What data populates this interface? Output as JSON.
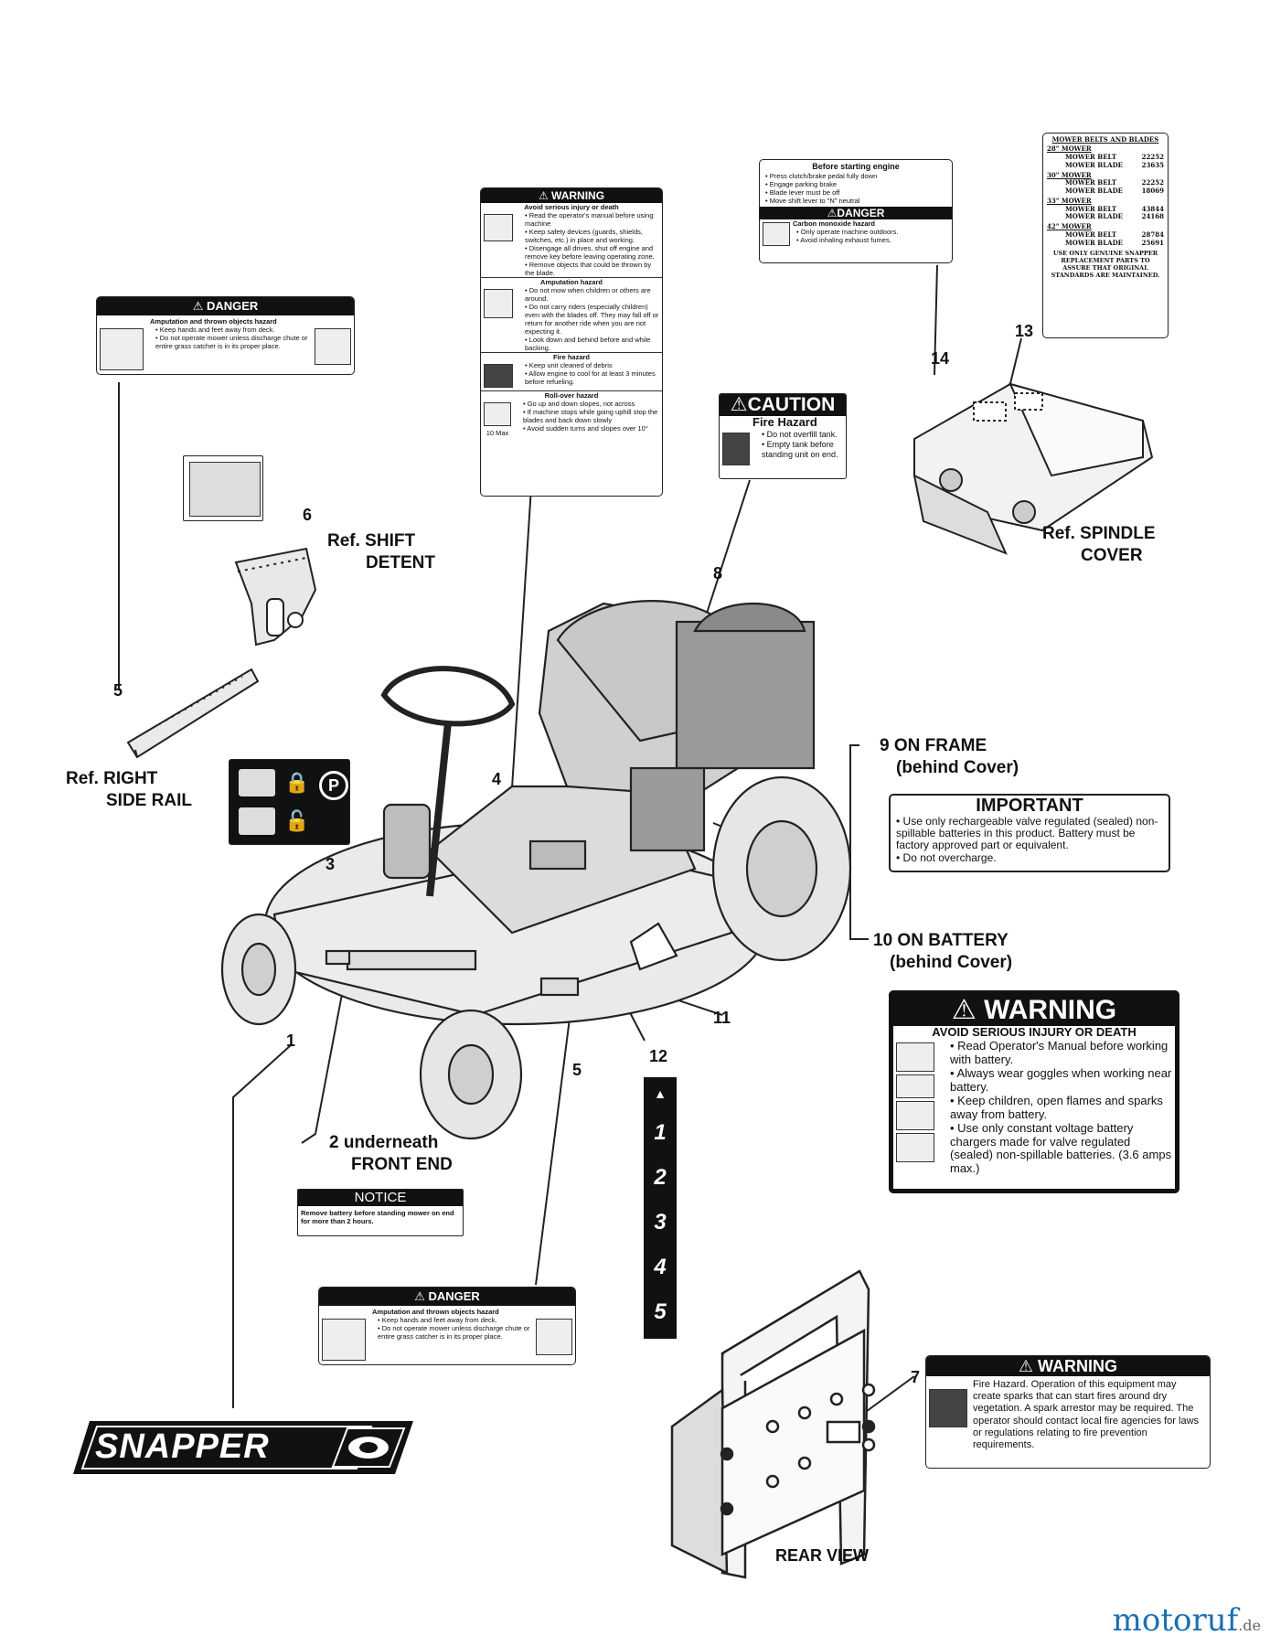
{
  "labels": {
    "ref_shift_detent": [
      "Ref. SHIFT",
      "DETENT"
    ],
    "ref_right_side_rail": [
      "Ref. RIGHT",
      "SIDE RAIL"
    ],
    "ref_spindle_cover": [
      "Ref. SPINDLE",
      "COVER"
    ],
    "on_frame": [
      "9 ON FRAME",
      "(behind Cover)"
    ],
    "on_battery": [
      "10 ON BATTERY",
      "(behind Cover)"
    ],
    "underneath": [
      "2  underneath",
      "FRONT END"
    ],
    "rear_view": "REAR VIEW"
  },
  "callouts": [
    "1",
    "3",
    "4",
    "5",
    "5",
    "6",
    "7",
    "8",
    "11",
    "12",
    "13",
    "14"
  ],
  "decal_danger_top": {
    "header": "⚠ DANGER",
    "subtitle": "Amputation and thrown objects hazard",
    "bullets": [
      "Keep hands and feet away from deck.",
      "Do not operate mower unless discharge chute or entire grass catcher is in its proper place."
    ]
  },
  "decal_warning_big": {
    "header": "⚠ WARNING",
    "intro": "Avoid serious injury or death",
    "sec1": [
      "Read the operator's manual before using machine",
      "Keep safety devices (guards, shields, switches, etc.) in place and working.",
      "Disengage all drives, shut off engine and remove key before leaving operating zone.",
      "Remove objects that could be thrown by the blade."
    ],
    "amp_title": "Amputation hazard",
    "amp": [
      "Do not mow when children or others are around.",
      "Do not carry riders (especially children) even with the blades off. They may fall off or return for another ride when you are not expecting it.",
      "Look down and behind before and while backing."
    ],
    "fire_title": "Fire hazard",
    "fire": [
      "Keep unit cleaned of debris",
      "Allow engine to cool for at least 3 minutes before refueling."
    ],
    "roll_title": "Roll-over hazard",
    "roll": [
      "Go up and down slopes, not across",
      "If machine stops while going uphill stop the blades and back down slowly",
      "Avoid sudden turns and slopes over 10°"
    ],
    "slope": "10 Max"
  },
  "decal_before_start": {
    "title": "Before starting engine",
    "items": [
      "Press clutch/brake pedal fully down",
      "Engage parking brake",
      "Blade lever must be off",
      "Move shift lever to \"N\" neutral"
    ],
    "danger": "⚠DANGER",
    "co_title": "Carbon monoxide hazard",
    "co": [
      "Only operate machine outdoors.",
      "Avoid inhaling exhaust fumes."
    ]
  },
  "decal_belts": {
    "title": "MOWER BELTS AND BLADES",
    "groups": [
      {
        "size": "28\" MOWER",
        "belt": "22252",
        "blade": "23635"
      },
      {
        "size": "30\" MOWER",
        "belt": "22252",
        "blade": "18069"
      },
      {
        "size": "33\" MOWER",
        "belt": "43844",
        "blade": "24168"
      },
      {
        "size": "42\" MOWER",
        "belt": "28784",
        "blade": "25691"
      }
    ],
    "belt_label": "MOWER BELT",
    "blade_label": "MOWER BLADE",
    "footer": "USE ONLY GENUINE SNAPPER REPLACEMENT PARTS TO ASSURE THAT ORIGINAL STANDARDS ARE MAINTAINED."
  },
  "decal_caution": {
    "header": "⚠CAUTION",
    "title": "Fire Hazard",
    "items": [
      "Do not overfill tank.",
      "Empty tank before standing unit on end."
    ]
  },
  "decal_important": {
    "header": "IMPORTANT",
    "items": [
      "Use only rechargeable valve regulated (sealed) non-spillable batteries in this product. Battery must be factory approved part or equivalent.",
      "Do not overcharge."
    ]
  },
  "decal_warning_battery": {
    "header": "⚠ WARNING",
    "intro": "AVOID SERIOUS INJURY OR DEATH",
    "items": [
      "Read Operator's Manual before working with battery.",
      "Always wear goggles when working near battery.",
      "Keep children, open flames and sparks away from battery.",
      "Use only constant voltage battery chargers made for valve regulated (sealed) non-spillable batteries. (3.6 amps max.)"
    ]
  },
  "decal_notice": {
    "header": "NOTICE",
    "text": "Remove battery before standing mower on end for more than 2 hours."
  },
  "decal_danger_bottom": {
    "header": "⚠ DANGER",
    "subtitle": "Amputation and thrown objects hazard",
    "bullets": [
      "Keep hands and feet away from deck.",
      "Do not operate mower unless discharge chute or entire grass catcher is in its proper place."
    ]
  },
  "decal_warning_rear": {
    "header": "⚠ WARNING",
    "text": "Fire Hazard. Operation of this equipment may create sparks that can start fires around dry vegetation. A spark arrestor may be required. The operator should contact local fire agencies for laws or regulations relating to fire prevention requirements."
  },
  "gear_strip": [
    "1",
    "2",
    "3",
    "4",
    "5"
  ],
  "logo": "SNAPPER",
  "watermark": {
    "main": "motoruf",
    "suffix": ".de"
  }
}
